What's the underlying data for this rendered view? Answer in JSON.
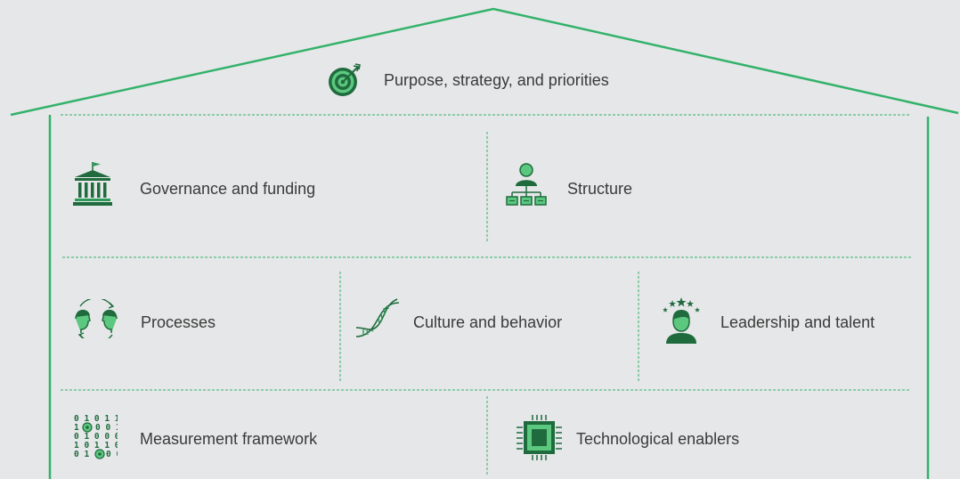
{
  "roof": {
    "title": "Purpose, strategy, and priorities",
    "icon": "target-icon"
  },
  "rows": [
    {
      "cells": [
        {
          "label": "Governance and funding",
          "icon": "government-building-icon"
        },
        {
          "label": "Structure",
          "icon": "org-chart-icon"
        }
      ]
    },
    {
      "cells": [
        {
          "label": "Processes",
          "icon": "people-exchange-icon"
        },
        {
          "label": "Culture and behavior",
          "icon": "dna-icon"
        },
        {
          "label": "Leadership and talent",
          "icon": "leader-stars-icon"
        }
      ]
    },
    {
      "cells": [
        {
          "label": "Measurement framework",
          "icon": "binary-data-icon"
        },
        {
          "label": "Technological enablers",
          "icon": "microchip-icon"
        }
      ]
    }
  ],
  "colors": {
    "background": "#e6e7e8",
    "line": "#32b26a",
    "icon_dark": "#1f6b3e",
    "icon_mid": "#2e9a59",
    "icon_light": "#5cc77f",
    "text": "#3a3a3a"
  }
}
